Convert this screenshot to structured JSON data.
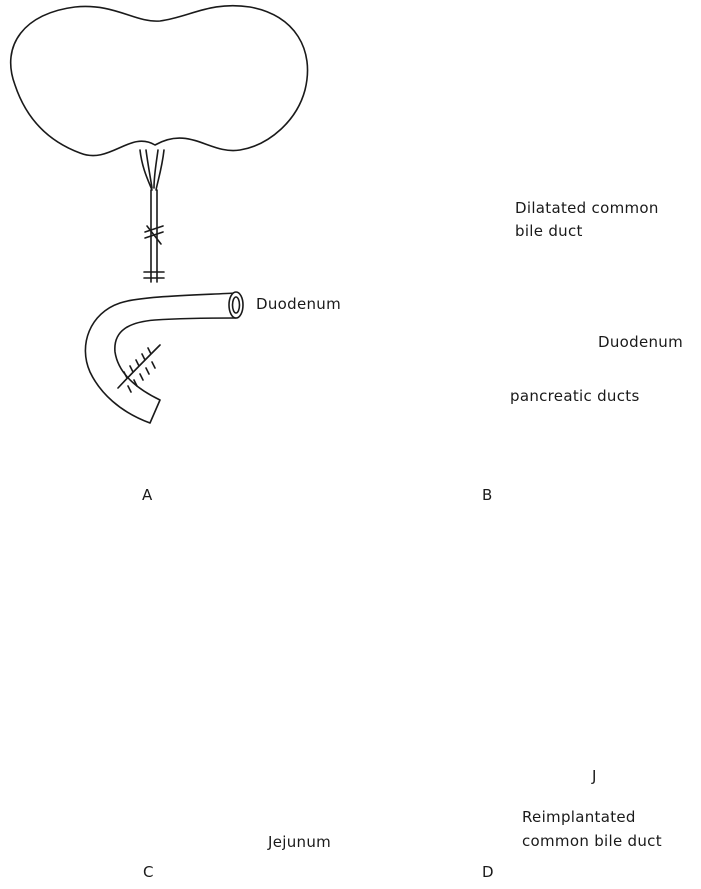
{
  "panels": [
    {
      "letter": "A",
      "labels": [
        "Duodenum"
      ]
    },
    {
      "letter": "B",
      "labels": [
        "Dilatated common",
        "bile duct",
        "Duodenum",
        "pancreatic ducts"
      ]
    },
    {
      "letter": "C",
      "labels": [
        "Jejunum"
      ]
    },
    {
      "letter": "D",
      "labels": [
        "J",
        "Reimplantated",
        "common bile duct"
      ]
    }
  ]
}
